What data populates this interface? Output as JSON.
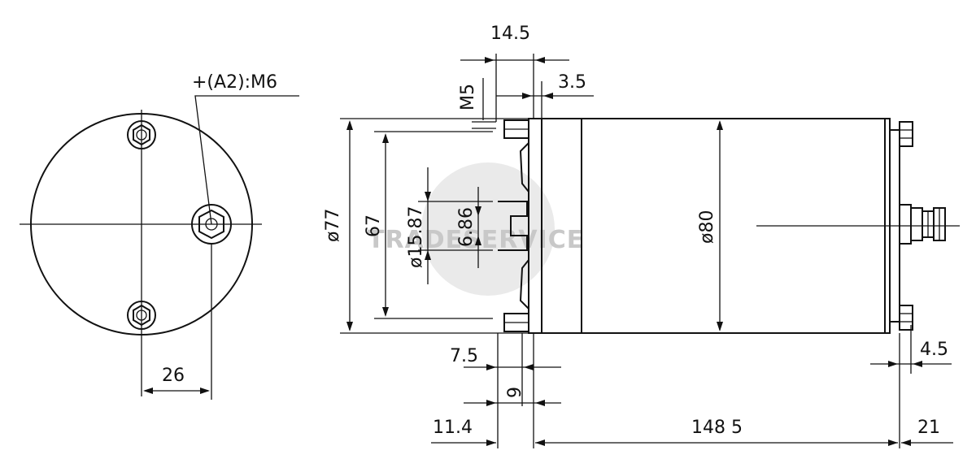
{
  "labels": {
    "terminal": "+(A2):M6",
    "bolt_spacing": "26",
    "flange_width": "14.5",
    "thread": "M5",
    "gap": "3.5",
    "diameter_body": "ø80",
    "diameter_77": "ø77",
    "dim_67": "67",
    "diameter_shaft": "ø15.87",
    "dim_686": "6.86",
    "dim_75": "7.5",
    "dim_9": "9",
    "dim_114": "11.4",
    "length": "148 5",
    "end_21": "21",
    "end_45": "4.5"
  },
  "watermark": "TRADESERVICE",
  "colors": {
    "line": "#111111",
    "watermark": "#cfcfcf",
    "background": "#ffffff"
  }
}
